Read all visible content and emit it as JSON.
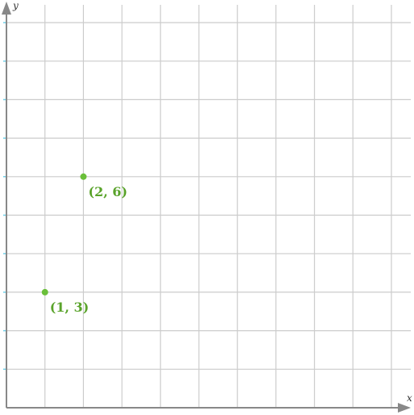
{
  "chart_data": {
    "type": "scatter",
    "title": "",
    "xlabel": "x",
    "ylabel": "y",
    "xlim": [
      0,
      10
    ],
    "ylim": [
      0,
      10.5
    ],
    "grid": true,
    "points": [
      {
        "x": 1,
        "y": 3,
        "label": "(1, 3)"
      },
      {
        "x": 2,
        "y": 6,
        "label": "(2, 6)"
      }
    ]
  },
  "colors": {
    "point": "#6abf3a",
    "label": "#5aa32b",
    "grid": "#cccccc",
    "axis": "#888888",
    "ytick": "#6ecfe8"
  }
}
